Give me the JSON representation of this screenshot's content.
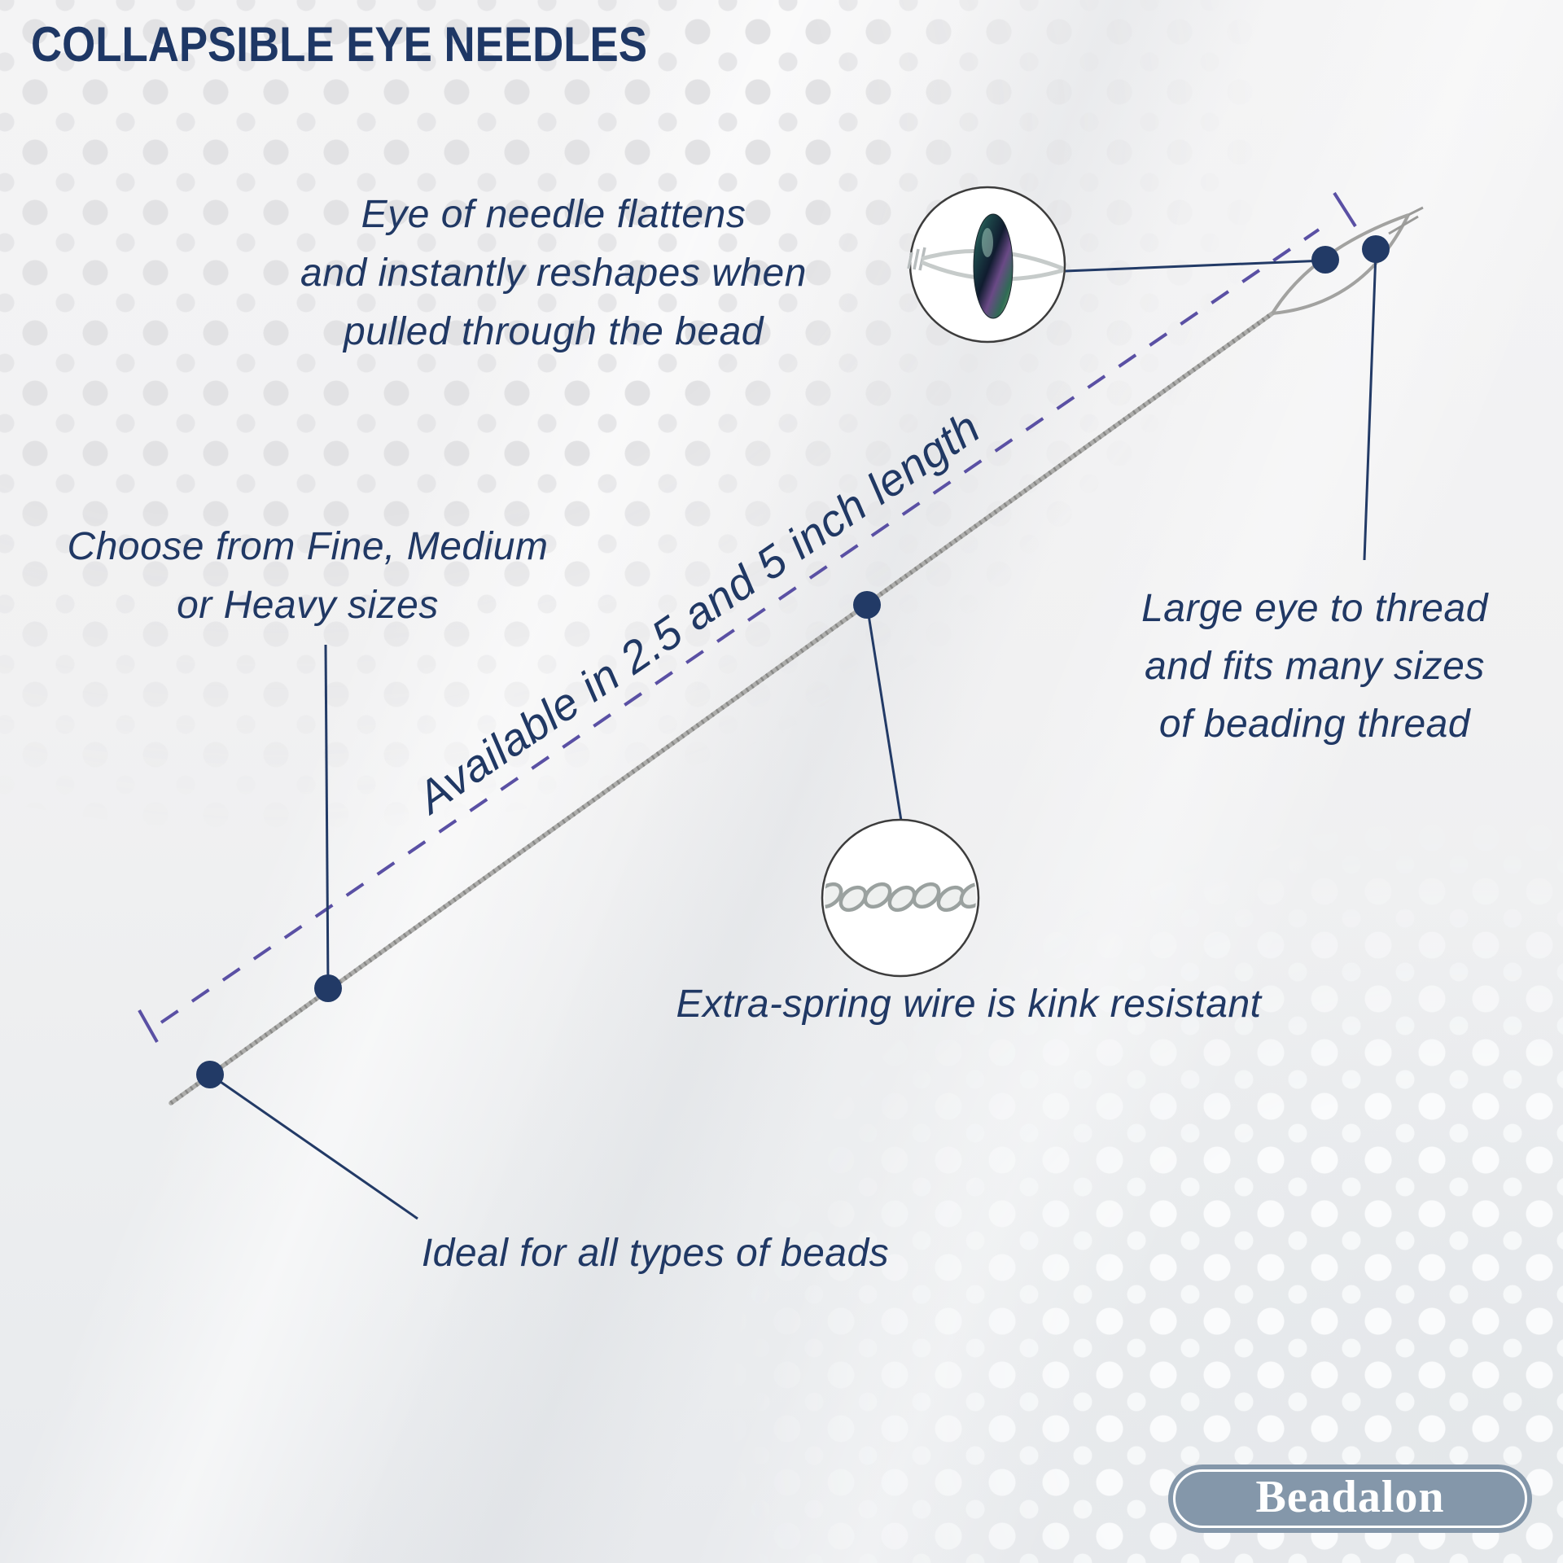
{
  "title": "COLLAPSIBLE EYE NEEDLES",
  "annotations": {
    "eye_flattens": {
      "lines": [
        "Eye of needle flattens",
        "and instantly reshapes when",
        "pulled through the bead"
      ]
    },
    "sizes": {
      "lines": [
        "Choose from Fine, Medium",
        "or Heavy sizes"
      ]
    },
    "length_label": {
      "text": "Available in 2.5 and 5 inch length"
    },
    "large_eye": {
      "lines": [
        "Large eye to thread",
        "and fits many sizes",
        "of beading thread"
      ]
    },
    "kink_resistant": {
      "text": "Extra-spring wire is kink resistant"
    },
    "ideal_beads": {
      "text": "Ideal for all types of beads"
    }
  },
  "images": {
    "bead_inset": "iridescent-bead-on-collapsed-needle-eye",
    "wire_inset": "twisted-spring-wire-closeup"
  },
  "logo": {
    "text": "Beadalon"
  },
  "colors": {
    "text_navy": "#203864",
    "title_navy": "#1e3765",
    "measure_purple": "#5a50a4",
    "needle_gray": "#a6a6a4",
    "logo_slate": "#8497aa",
    "background": "#f2f2f3"
  }
}
